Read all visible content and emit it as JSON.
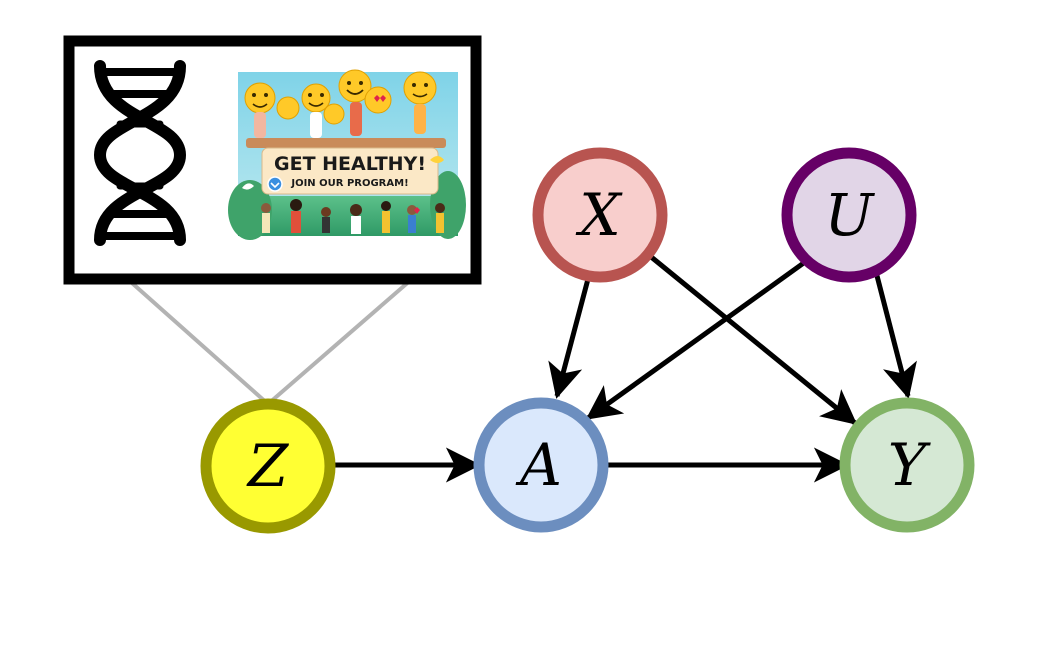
{
  "nodes": [
    {
      "id": "Z",
      "label": "Z",
      "fill": "#ffff33",
      "stroke": "#999900"
    },
    {
      "id": "A",
      "label": "A",
      "fill": "#dae8fc",
      "stroke": "#6c8ebf"
    },
    {
      "id": "Y",
      "label": "Y",
      "fill": "#d5e8d4",
      "stroke": "#82b366"
    },
    {
      "id": "X",
      "label": "X",
      "fill": "#f8cecc",
      "stroke": "#b85450"
    },
    {
      "id": "U",
      "label": "U",
      "fill": "#e1d5e7",
      "stroke": "#660066"
    }
  ],
  "edges": [
    {
      "from": "Z",
      "to": "A"
    },
    {
      "from": "A",
      "to": "Y"
    },
    {
      "from": "X",
      "to": "A"
    },
    {
      "from": "X",
      "to": "Y"
    },
    {
      "from": "U",
      "to": "A"
    },
    {
      "from": "U",
      "to": "Y"
    }
  ],
  "callout": {
    "attached_to": "Z",
    "icon": "dna-icon",
    "image": {
      "icon": "health-program-banner-icon",
      "headline": "GET HEALTHY!",
      "subline": "JOIN OUR PROGRAM!"
    }
  }
}
